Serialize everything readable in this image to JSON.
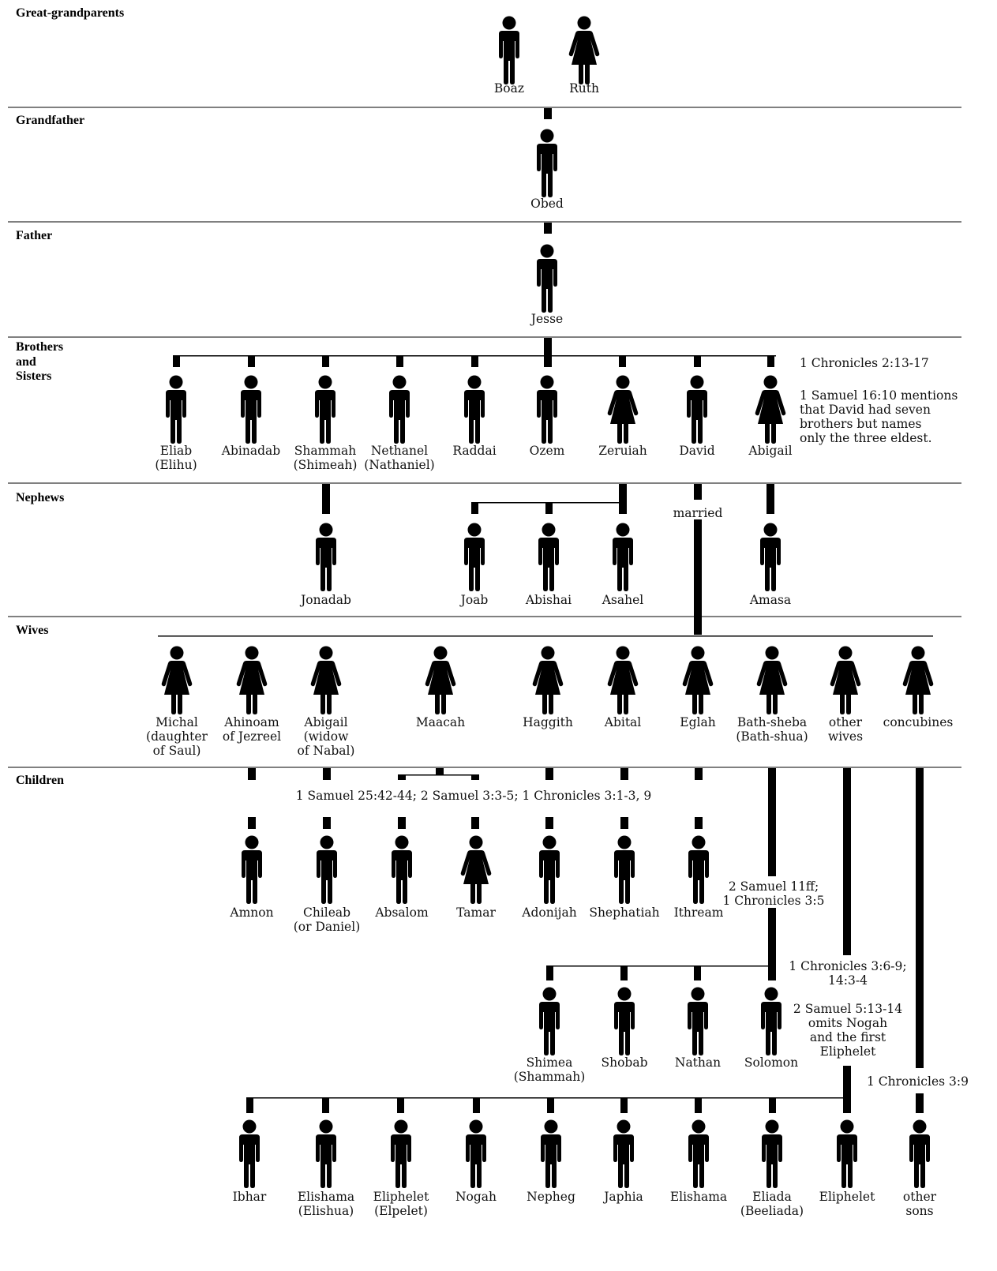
{
  "rows": {
    "great_grandparents": "Great-grandparents",
    "grandfather": "Grandfather",
    "father": "Father",
    "siblings": [
      "Brothers",
      "and",
      "Sisters"
    ],
    "nephews": "Nephews",
    "wives": "Wives",
    "children": "Children"
  },
  "people": {
    "boaz": [
      "Boaz"
    ],
    "ruth": [
      "Ruth"
    ],
    "obed": [
      "Obed"
    ],
    "jesse": [
      "Jesse"
    ],
    "eliab": [
      "Eliab",
      "(Elihu)"
    ],
    "abinadab": [
      "Abinadab"
    ],
    "shammah": [
      "Shammah",
      "(Shimeah)"
    ],
    "nethanel": [
      "Nethanel",
      "(Nathaniel)"
    ],
    "raddai": [
      "Raddai"
    ],
    "ozem": [
      "Ozem"
    ],
    "zeruiah": [
      "Zeruiah"
    ],
    "david": [
      "David"
    ],
    "abigail_sister": [
      "Abigail"
    ],
    "jonadab": [
      "Jonadab"
    ],
    "joab": [
      "Joab"
    ],
    "abishai": [
      "Abishai"
    ],
    "asahel": [
      "Asahel"
    ],
    "amasa": [
      "Amasa"
    ],
    "michal": [
      "Michal",
      "(daughter",
      "of Saul)"
    ],
    "ahinoam": [
      "Ahinoam",
      "of Jezreel"
    ],
    "abigail_wife": [
      "Abigail",
      "(widow",
      "of Nabal)"
    ],
    "maacah": [
      "Maacah"
    ],
    "haggith": [
      "Haggith"
    ],
    "abital": [
      "Abital"
    ],
    "eglah": [
      "Eglah"
    ],
    "bathsheba": [
      "Bath-sheba",
      "(Bath-shua)"
    ],
    "other_wives": [
      "other",
      "wives"
    ],
    "concubines": [
      "concubines"
    ],
    "amnon": [
      "Amnon"
    ],
    "chileab": [
      "Chileab",
      "(or Daniel)"
    ],
    "absalom": [
      "Absalom"
    ],
    "tamar": [
      "Tamar"
    ],
    "adonijah": [
      "Adonijah"
    ],
    "shephatiah": [
      "Shephatiah"
    ],
    "ithream": [
      "Ithream"
    ],
    "shimea": [
      "Shimea",
      "(Shammah)"
    ],
    "shobab": [
      "Shobab"
    ],
    "nathan": [
      "Nathan"
    ],
    "solomon": [
      "Solomon"
    ],
    "ibhar": [
      "Ibhar"
    ],
    "elishama1": [
      "Elishama",
      "(Elishua)"
    ],
    "eliphelet1": [
      "Eliphelet",
      "(Elpelet)"
    ],
    "nogah": [
      "Nogah"
    ],
    "nepheg": [
      "Nepheg"
    ],
    "japhia": [
      "Japhia"
    ],
    "elishama2": [
      "Elishama"
    ],
    "eliada": [
      "Eliada",
      "(Beeliada)"
    ],
    "eliphelet2": [
      "Eliphelet"
    ],
    "other_sons": [
      "other",
      "sons"
    ]
  },
  "notes": {
    "chron_2": [
      "1 Chronicles 2:13-17"
    ],
    "samuel_16": [
      "1 Samuel 16:10 mentions",
      "that David had seven",
      "brothers but names",
      "only the three eldest."
    ],
    "married": [
      "married"
    ],
    "wives_ref": [
      "1 Samuel 25:42-44; 2 Samuel 3:3-5; 1 Chronicles 3:1-3, 9"
    ],
    "samuel_11": [
      "2 Samuel 11ff;",
      "1 Chronicles 3:5"
    ],
    "chron_3_6": [
      "1 Chronicles 3:6-9;",
      "14:3-4"
    ],
    "samuel_5": [
      "2 Samuel 5:13-14",
      "omits Nogah",
      "and the first",
      "Eliphelet"
    ],
    "chron_3_9": [
      "1 Chronicles 3:9"
    ]
  }
}
